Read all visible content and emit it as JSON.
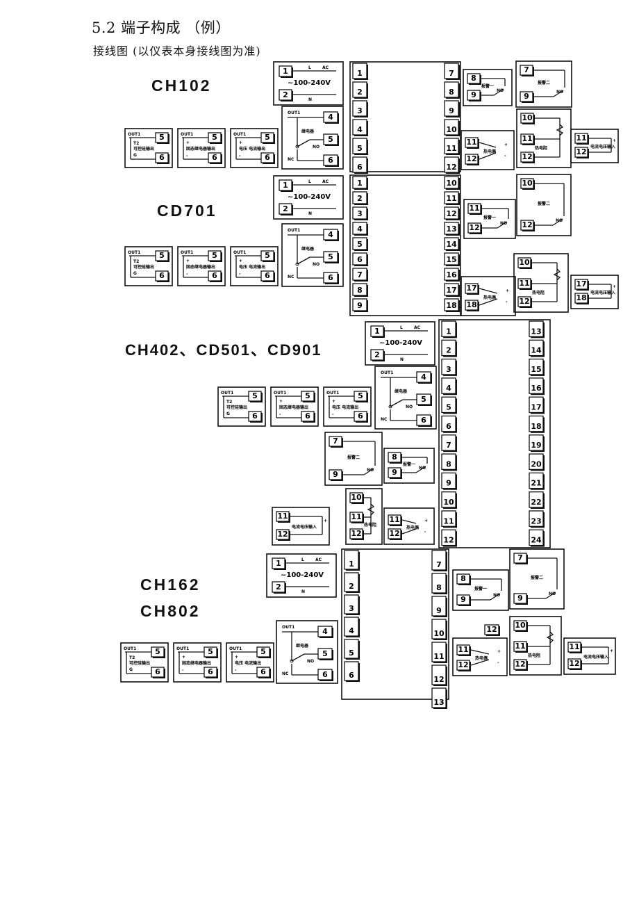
{
  "header": {
    "title": "5.2 端子构成 （例）",
    "subtitle": "接线图 (以仪表本身接线图为准)"
  },
  "models": {
    "ch102": "CH102",
    "cd701": "CD701",
    "ch402": "CH402、CD501、CD901",
    "ch162": "CH162",
    "ch802": "CH802"
  },
  "labels": {
    "voltage": "~100-240V",
    "ac": "AC",
    "l": "L",
    "n": "N",
    "out1": "OUT1",
    "relay": "继电器",
    "no": "NO",
    "nc": "NC",
    "alarm1": "报警一",
    "alarm2": "报警二",
    "thermocouple": "热电偶",
    "rtd": "热电阻",
    "current_voltage_input": "电流电压输入",
    "ssr_output": "固态继电器输出",
    "thyristor_output": "可控硅输出",
    "current_voltage_output": "电压 电流输出",
    "t2": "T2",
    "g": "G"
  }
}
